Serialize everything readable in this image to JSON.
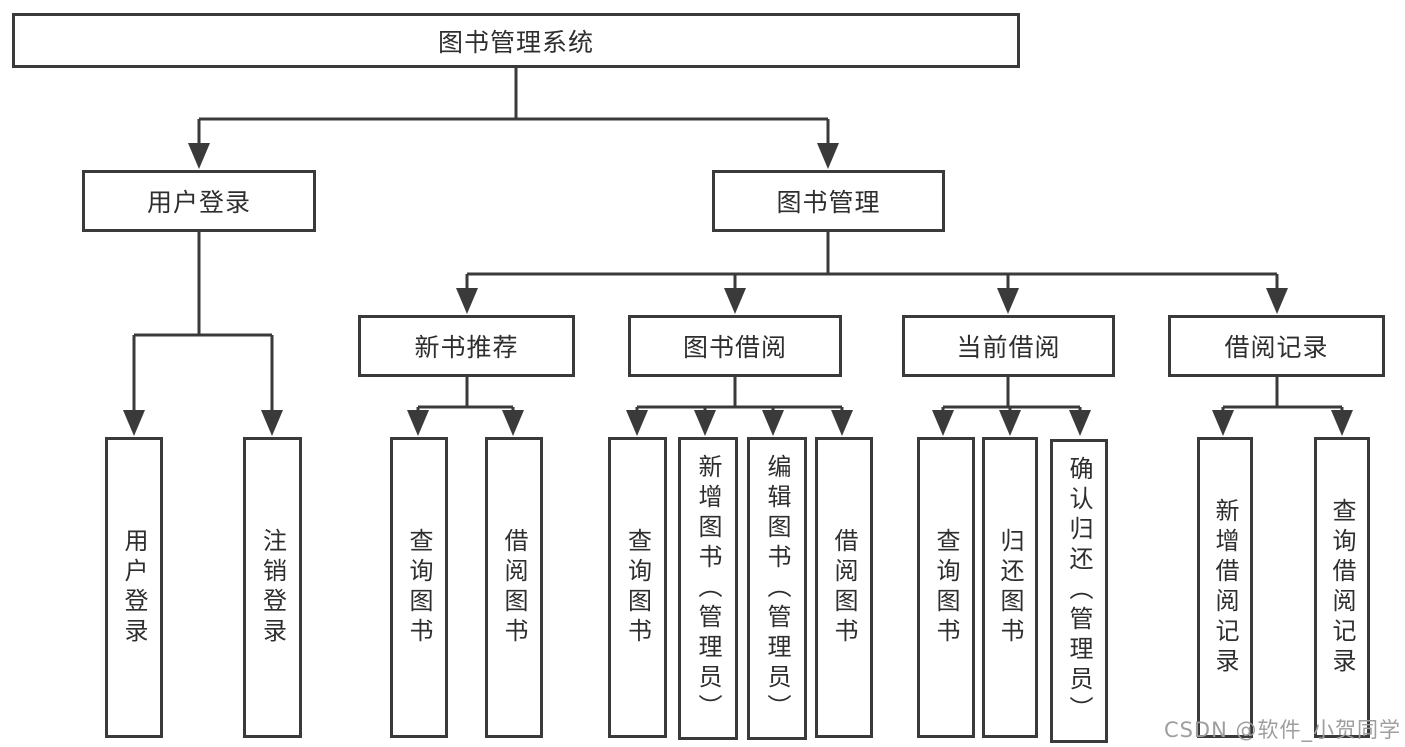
{
  "tree": {
    "root": "图书管理系统",
    "branches": {
      "user_login": {
        "label": "用户登录",
        "children": [
          "用户登录",
          "注销登录"
        ]
      },
      "book_mgmt": {
        "label": "图书管理",
        "sections": {
          "new_books": {
            "label": "新书推荐",
            "children": [
              "查询图书",
              "借阅图书"
            ]
          },
          "borrowing": {
            "label": "图书借阅",
            "children": [
              "查询图书",
              "新增图书（管理员）",
              "编辑图书（管理员）",
              "借阅图书"
            ]
          },
          "current": {
            "label": "当前借阅",
            "children": [
              "查询图书",
              "归还图书",
              "确认归还（管理员）"
            ]
          },
          "records": {
            "label": "借阅记录",
            "children": [
              "新增借阅记录",
              "查询借阅记录"
            ]
          }
        }
      }
    }
  },
  "watermark": "CSDN @软件_小贺同学",
  "colors": {
    "line": "#3a3a3a",
    "box_border": "#3a3a3a",
    "text": "#2e2e2e",
    "background": "#ffffff",
    "watermark": "#9e9e9e"
  }
}
